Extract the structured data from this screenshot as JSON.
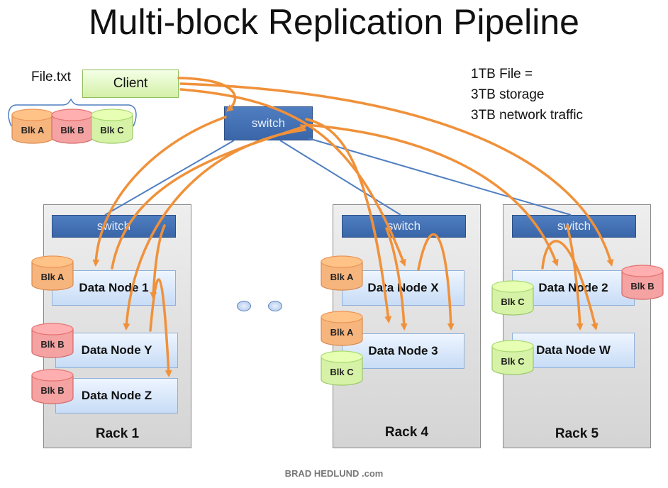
{
  "title": "Multi-block Replication Pipeline",
  "file_label": "File.txt",
  "client_label": "Client",
  "info_lines": [
    "1TB File =",
    "3TB storage",
    "3TB network traffic"
  ],
  "core_switch_label": "switch",
  "racks": [
    {
      "label": "Rack 1",
      "switch_label": "switch",
      "nodes": [
        "Data Node 1",
        "Data Node Y",
        "Data Node Z"
      ]
    },
    {
      "label": "Rack 4",
      "switch_label": "switch",
      "nodes": [
        "Data Node X",
        "Data Node 3"
      ]
    },
    {
      "label": "Rack 5",
      "switch_label": "switch",
      "nodes": [
        "Data Node 2",
        "Data Node W"
      ]
    }
  ],
  "file_blocks": [
    "Blk A",
    "Blk B",
    "Blk C"
  ],
  "stored_blocks": {
    "rack1": [
      "Blk A",
      "Blk B",
      "Blk B"
    ],
    "rack4": [
      "Blk A",
      "Blk A",
      "Blk C"
    ],
    "rack5": [
      "Blk C",
      "Blk C",
      "Blk B"
    ]
  },
  "block_colors": {
    "Blk A": "#f7b57e",
    "Blk B": "#f4a2a2",
    "Blk C": "#d6f2a6"
  },
  "arrow_color": "#f0913a",
  "link_color": "#4f7ec0",
  "brand": "BRAD HEDLUND .com"
}
